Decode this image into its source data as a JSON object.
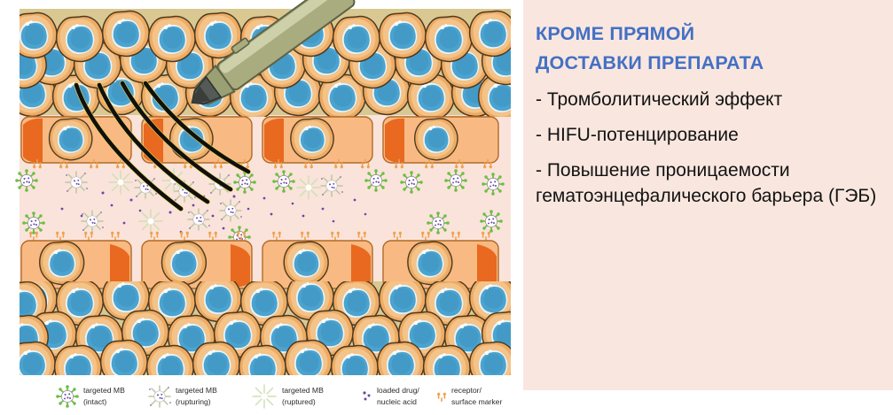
{
  "panel": {
    "heading_lines": [
      "КРОМЕ ПРЯМОЙ",
      "ДОСТАВКИ ПРЕПАРАТА"
    ],
    "bullets": [
      "- Тромболитический эффект",
      "- HIFU-потенцирование",
      "- Повышение проницаемости гематоэнцефалического барьера (ГЭБ)"
    ],
    "heading_color": "#4470c4",
    "bullet_color": "#131313",
    "background_color": "#f9e7df"
  },
  "legend": {
    "items": [
      {
        "icon": "microbubble-intact-icon",
        "line1": "targeted MB",
        "line2": "(intact)"
      },
      {
        "icon": "microbubble-rupturing-icon",
        "line1": "targeted MB",
        "line2": "(rupturing)"
      },
      {
        "icon": "microbubble-ruptured-icon",
        "line1": "targeted MB",
        "line2": "(ruptured)"
      },
      {
        "icon": "drug-payload-icon",
        "line1": "loaded drug/",
        "line2": "nucleic acid"
      },
      {
        "icon": "receptor-marker-icon",
        "line1": "receptor/",
        "line2": "surface marker"
      }
    ]
  },
  "illustration": {
    "name": "ultrasound-microbubble-drug-delivery-diagram",
    "elements": {
      "transducer": "ultrasound-transducer-probe",
      "beam_arcs": "ultrasound-beam-arcs",
      "tissue_top": "tumor-tissue-cell-layer-top",
      "endothelium_top": "endothelial-cell-row-top",
      "lumen": "vessel-lumen",
      "endothelium_bottom": "endothelial-cell-row-bottom",
      "tissue_bottom": "tumor-tissue-cell-layer-bottom"
    },
    "colors": {
      "tissue_background": "#d9c891",
      "lumen_background": "#fae3da",
      "cell_body": "#eeab63",
      "cell_body_light": "#f3c389",
      "nucleus": "#4ba3cf",
      "endothelial_cell": "#f9b982",
      "endothelial_shadow": "#e8691f",
      "microbubble_spike": "#6cbe45",
      "microbubble_core": "#ffffff",
      "drug_dot": "#6b46a8",
      "receptor": "#f0a04b",
      "probe_body": "#a8ac7e",
      "probe_tip": "#555a56",
      "beam": "#101010"
    }
  }
}
